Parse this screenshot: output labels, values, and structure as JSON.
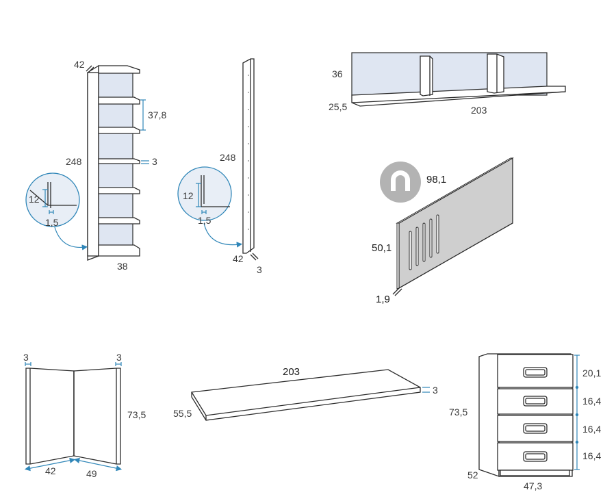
{
  "bookcase": {
    "depth": "42",
    "spacing": "37,8",
    "shelf": "3",
    "height": "248",
    "width": "38",
    "detail_h": "12",
    "detail_w": "1,5"
  },
  "side_panel": {
    "height": "248",
    "depth": "42",
    "thick": "3",
    "detail_h": "12",
    "detail_w": "1,5"
  },
  "wall_shelf": {
    "height": "36",
    "depth": "25,5",
    "width": "203"
  },
  "magnet_board": {
    "width": "98,1",
    "height": "50,1",
    "thick": "1,9"
  },
  "corner_panel": {
    "thick_left": "3",
    "thick_right": "3",
    "height": "73,5",
    "width_left": "42",
    "width_right": "49"
  },
  "desk_top": {
    "width": "203",
    "depth": "55,5",
    "thick": "3"
  },
  "drawer_unit": {
    "height": "73,5",
    "d1": "20,1",
    "d2": "16,4",
    "d3": "16,4",
    "d4": "16,4",
    "depth": "52",
    "width": "47,3"
  }
}
